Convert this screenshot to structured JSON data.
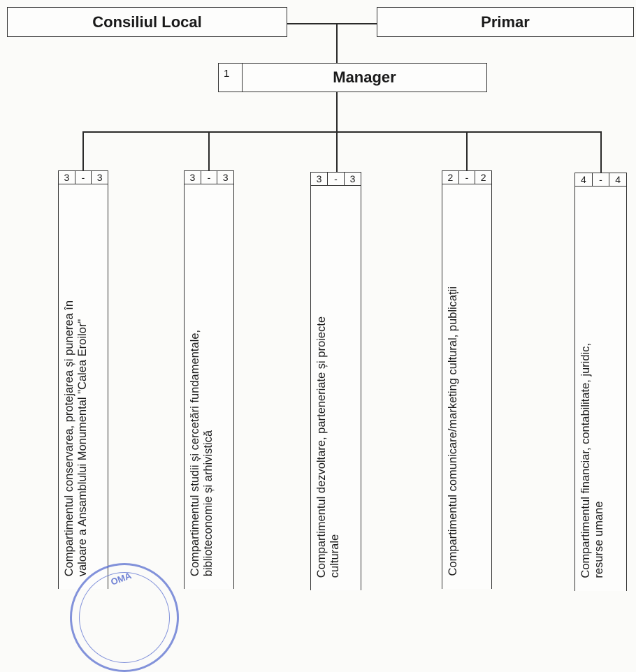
{
  "top": {
    "council": "Consiliul Local",
    "mayor": "Primar"
  },
  "manager": {
    "number": "1",
    "label": "Manager"
  },
  "departments": [
    {
      "counts": [
        "3",
        "-",
        "3"
      ],
      "lines": [
        "Compartimentul conservarea, protejarea și punerea în",
        "valoare a Ansamblului Monumental \"Calea Eroilor\""
      ]
    },
    {
      "counts": [
        "3",
        "-",
        "3"
      ],
      "lines": [
        "Compartimentul studii și cercetări fundamentale,",
        "biblioteconomie și arhivistică"
      ]
    },
    {
      "counts": [
        "3",
        "-",
        "3"
      ],
      "lines": [
        "Compartimentul dezvoltare, parteneriate și proiecte",
        "culturale"
      ]
    },
    {
      "counts": [
        "2",
        "-",
        "2"
      ],
      "lines": [
        "Compartimentul comunicare/marketing cultural, publicații"
      ]
    },
    {
      "counts": [
        "4",
        "-",
        "4"
      ],
      "lines": [
        "Compartimentul financiar, contabilitate, juridic,",
        "resurse umane"
      ]
    }
  ],
  "stamp": {
    "text": "OMA"
  },
  "colors": {
    "line": "#2a2a2a",
    "stamp": "#5a6fd0"
  }
}
